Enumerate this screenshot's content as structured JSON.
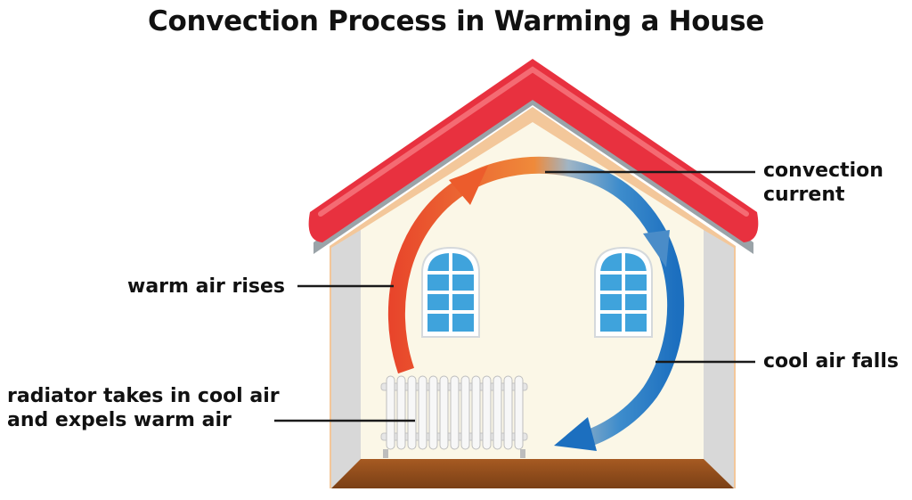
{
  "title": "Convection Process in Warming a House",
  "labels": {
    "convection_line1": "convection",
    "convection_line2": "current",
    "warm_air": "warm air rises",
    "cool_air": "cool air falls",
    "radiator_line1": "radiator takes in cool air",
    "radiator_line2": "and expels warm air"
  },
  "colors": {
    "roof": "#e8313f",
    "wall": "#fbf7e7",
    "floor": "#8a4a1c",
    "warm_arrow": "#e8482a",
    "cool_arrow": "#1f7bc4",
    "window_glass": "#3fa3dc"
  }
}
